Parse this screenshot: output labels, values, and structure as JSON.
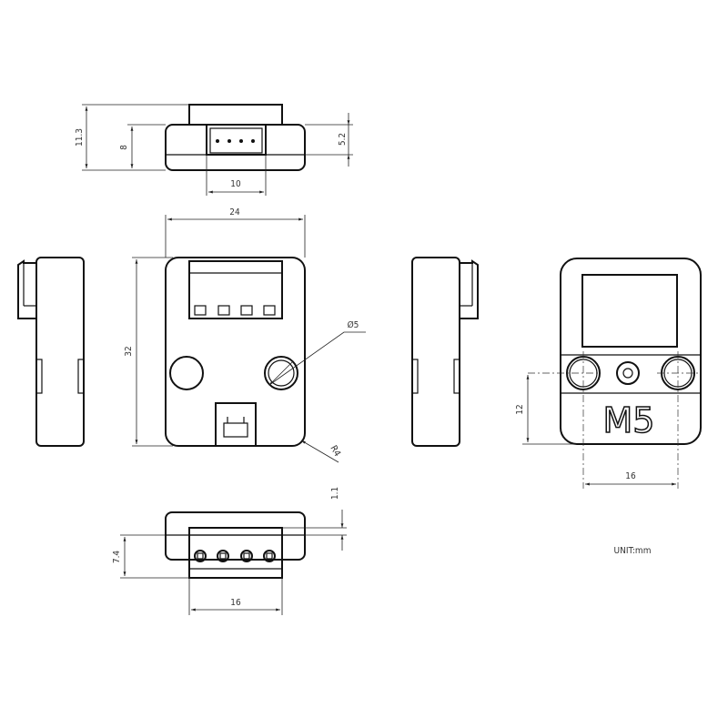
{
  "dimensions": {
    "top_total_height": "11.3",
    "top_body_height": "8",
    "top_connector_height": "5.2",
    "top_connector_width": "10",
    "front_width": "24",
    "front_height": "32",
    "hole_diameter": "Ø5",
    "corner_radius": "R4",
    "bottom_offset": "1.1",
    "bottom_connector_height": "7.4",
    "bottom_connector_width": "16",
    "back_hole_height": "12",
    "back_hole_spacing": "16"
  },
  "back_logo": "M5",
  "unit_label": "UNIT:mm"
}
